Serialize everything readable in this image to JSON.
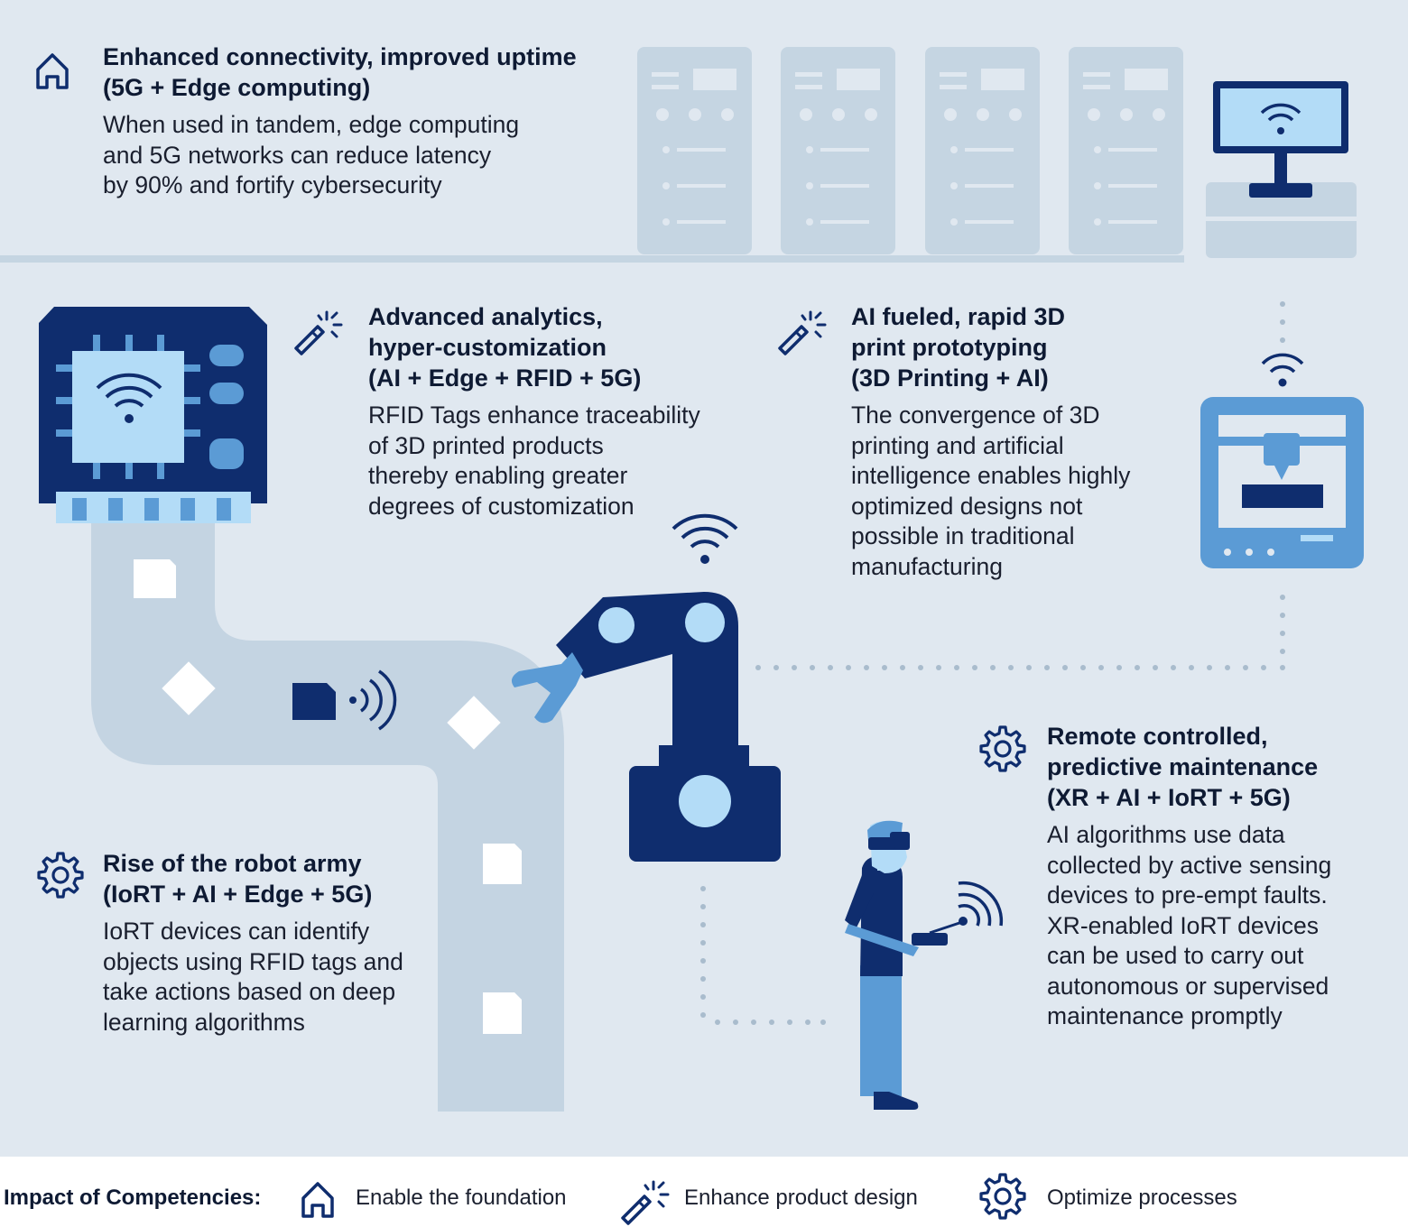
{
  "colors": {
    "background": "#e0e8f0",
    "rack": "#c5d5e2",
    "navy": "#0f2d6e",
    "mid_blue": "#5b9bd5",
    "light_blue": "#b3dcf7",
    "conveyor": "#c4d4e2"
  },
  "sections": {
    "connectivity": {
      "icon": "house-icon",
      "title_lines": [
        "Enhanced connectivity, improved uptime",
        "(5G + Edge computing)"
      ],
      "body_lines": [
        "When used in tandem, edge computing",
        "and 5G networks can reduce latency",
        "by 90% and fortify cybersecurity"
      ]
    },
    "analytics": {
      "icon": "magic-wand-icon",
      "title_lines": [
        "Advanced analytics,",
        "hyper-customization",
        "(AI + Edge + RFID + 5G)"
      ],
      "body_lines": [
        "RFID Tags enhance traceability",
        "of 3D printed products",
        "thereby enabling greater",
        "degrees of customization"
      ]
    },
    "printing": {
      "icon": "magic-wand-icon",
      "title_lines": [
        "AI fueled, rapid 3D",
        "print prototyping",
        "(3D Printing + AI)"
      ],
      "body_lines": [
        "The convergence of 3D",
        "printing and artificial",
        "intelligence enables highly",
        "optimized designs not",
        "possible in traditional",
        "manufacturing"
      ]
    },
    "maintenance": {
      "icon": "gear-icon",
      "title_lines": [
        "Remote controlled,",
        "predictive maintenance",
        "(XR + AI + IoRT + 5G)"
      ],
      "body_lines": [
        "AI algorithms use data",
        "collected by active sensing",
        "devices to pre-empt faults.",
        "XR-enabled IoRT devices",
        "can be used to carry out",
        "autonomous or supervised",
        "maintenance promptly"
      ]
    },
    "robots": {
      "icon": "gear-icon",
      "title_lines": [
        "Rise of the robot army",
        "(IoRT + AI + Edge + 5G)"
      ],
      "body_lines": [
        "IoRT devices can identify",
        "objects using RFID tags and",
        "take actions based on deep",
        "learning algorithms"
      ]
    }
  },
  "legend": {
    "title": "Impact of Competencies:",
    "items": [
      {
        "icon": "house-icon",
        "label": "Enable the foundation"
      },
      {
        "icon": "magic-wand-icon",
        "label": "Enhance product design"
      },
      {
        "icon": "gear-icon",
        "label": "Optimize processes"
      }
    ]
  }
}
